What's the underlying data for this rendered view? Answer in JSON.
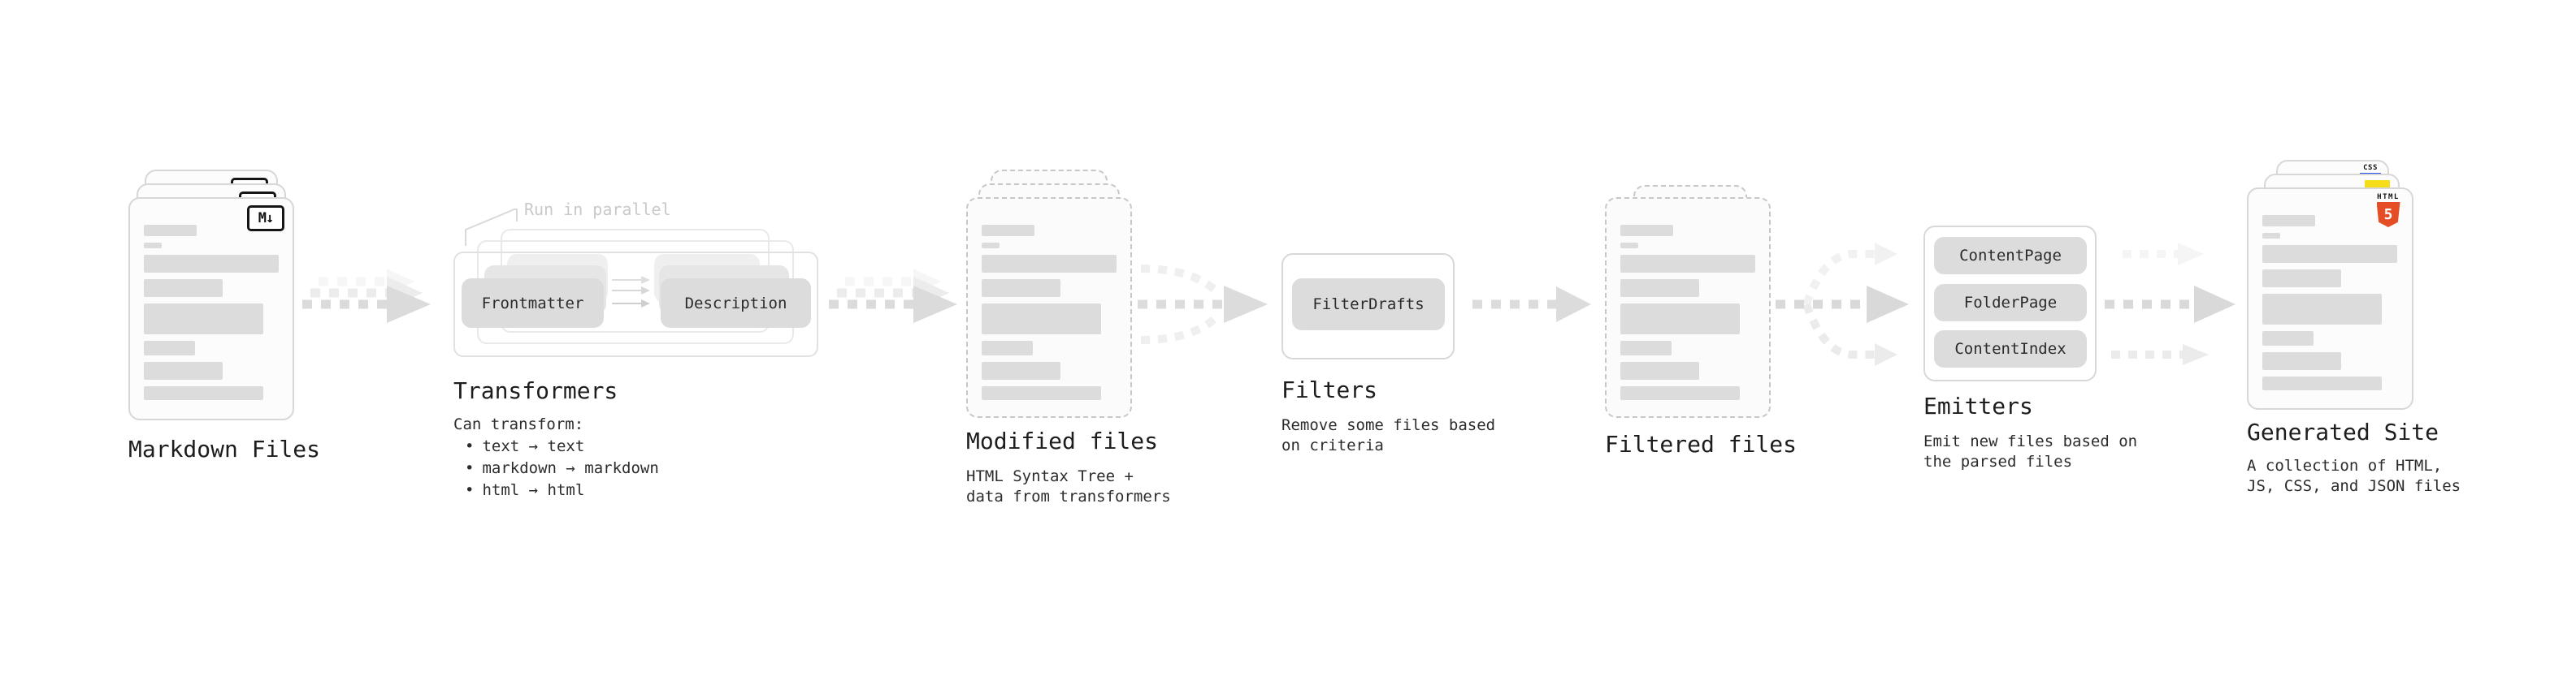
{
  "pipeline": {
    "markdown_files": {
      "title": "Markdown Files",
      "badge": "M↓"
    },
    "transformers": {
      "title": "Transformers",
      "annotation": "Run in parallel",
      "steps": [
        "Frontmatter",
        "Description"
      ],
      "note_heading": "Can transform:",
      "bullet_char": "•",
      "notes": [
        "text → text",
        "markdown → markdown",
        "html → html"
      ]
    },
    "modified_files": {
      "title": "Modified files",
      "subtitle_lines": [
        "HTML Syntax Tree +",
        "data from transformers"
      ]
    },
    "filters": {
      "title": "Filters",
      "items": [
        "FilterDrafts"
      ],
      "subtitle_lines": [
        "Remove some files based",
        "on criteria"
      ]
    },
    "filtered_files": {
      "title": "Filtered files"
    },
    "emitters": {
      "title": "Emitters",
      "items": [
        "ContentPage",
        "FolderPage",
        "ContentIndex"
      ],
      "subtitle_lines": [
        "Emit new files based on",
        "the parsed files"
      ]
    },
    "generated_site": {
      "title": "Generated Site",
      "subtitle_lines": [
        "A collection of HTML,",
        "JS, CSS, and JSON files"
      ],
      "badges": {
        "css_label": "CSS",
        "html_label": "HTML",
        "html5_number": "5"
      }
    }
  },
  "colors": {
    "html5_orange": "#E44D26",
    "js_yellow": "#F5DE19",
    "css_blue": "#2D53E5",
    "pill_gray": "#DCDCDC",
    "arrow_gray": "#DBDBDB",
    "annotation_gray": "#C9C9C9"
  }
}
